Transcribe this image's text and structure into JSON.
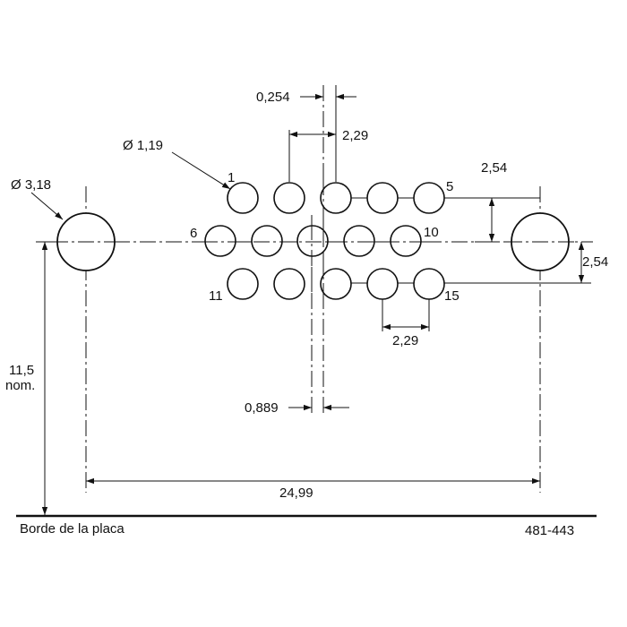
{
  "drawing": {
    "diameters": {
      "mounting_hole": "Ø 3,18",
      "pin_hole": "Ø 1,19"
    },
    "dimensions": {
      "column_offset": "0,254",
      "pin_pitch_top": "2,29",
      "pin_pitch_bottom": "2,29",
      "row_pitch_upper": "2,54",
      "row_pitch_lower": "2,54",
      "middle_row_offset": "0,889",
      "mount_spacing": "24,99",
      "height_value": "11,5",
      "height_qualifier": "nom."
    },
    "pin_labels": {
      "pin_1": "1",
      "pin_5": "5",
      "pin_6": "6",
      "pin_10": "10",
      "pin_11": "11",
      "pin_15": "15"
    },
    "board_edge_label": "Borde de la placa",
    "part_number": "481-443"
  }
}
